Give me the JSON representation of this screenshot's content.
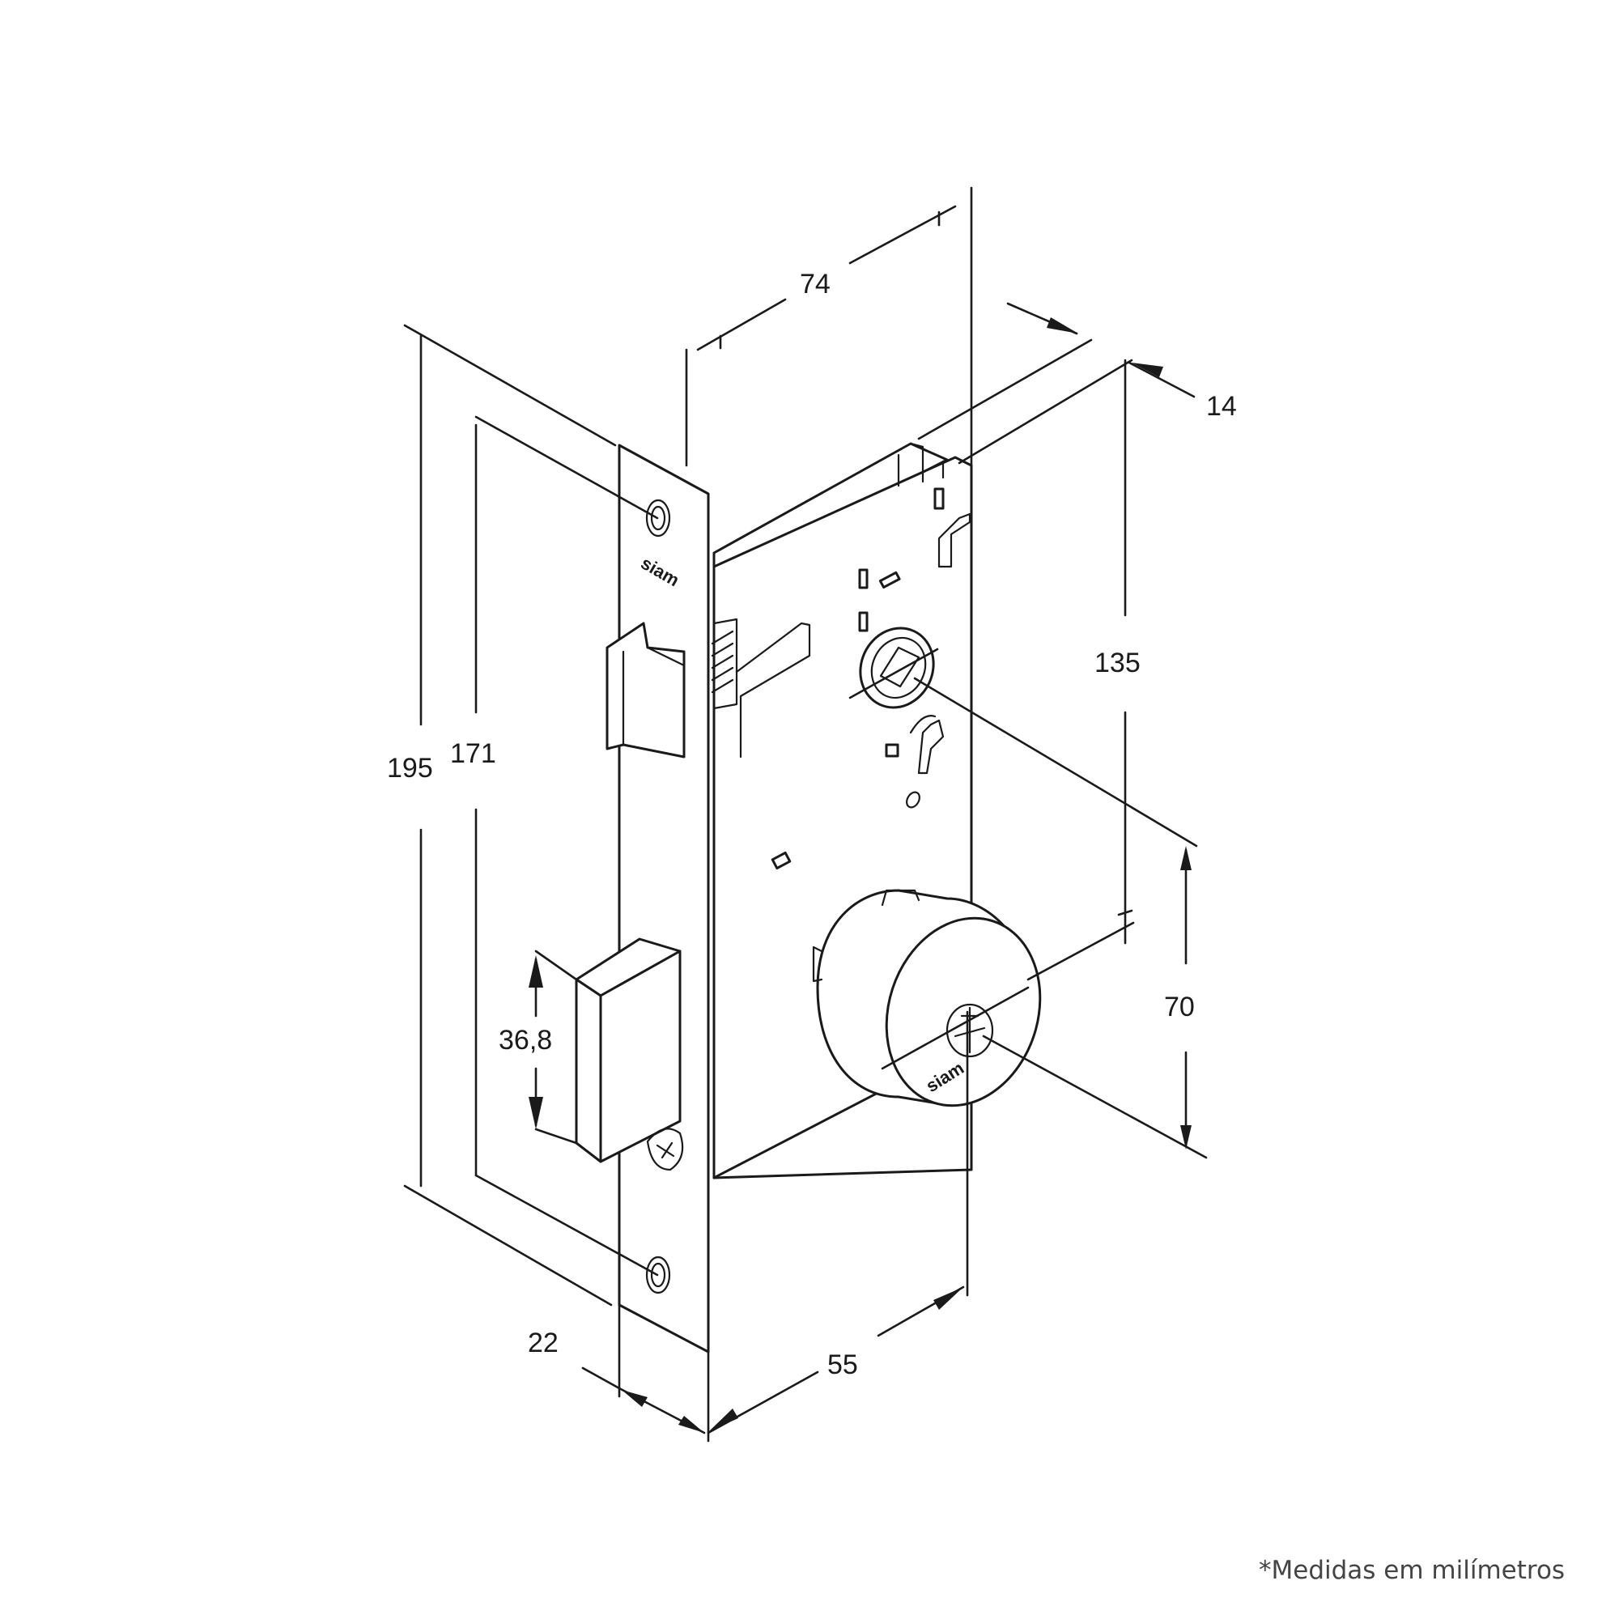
{
  "dimensions": {
    "overall_height": "195",
    "hole_spacing": "171",
    "deadbolt_height": "36,8",
    "faceplate_width": "22",
    "backset": "55",
    "case_depth": "74",
    "case_thickness": "14",
    "handle_to_cylinder": "135",
    "cylinder_offset": "70"
  },
  "branding": {
    "faceplate_logo": "siam",
    "cylinder_logo": "siam"
  },
  "footnote": "*Medidas em milímetros",
  "icons": [
    "screw-hole-icon",
    "spindle-hub-icon",
    "key-cylinder-icon"
  ],
  "colors": {
    "line": "#1a1a1a",
    "footnote": "#444444",
    "background": "#ffffff"
  }
}
